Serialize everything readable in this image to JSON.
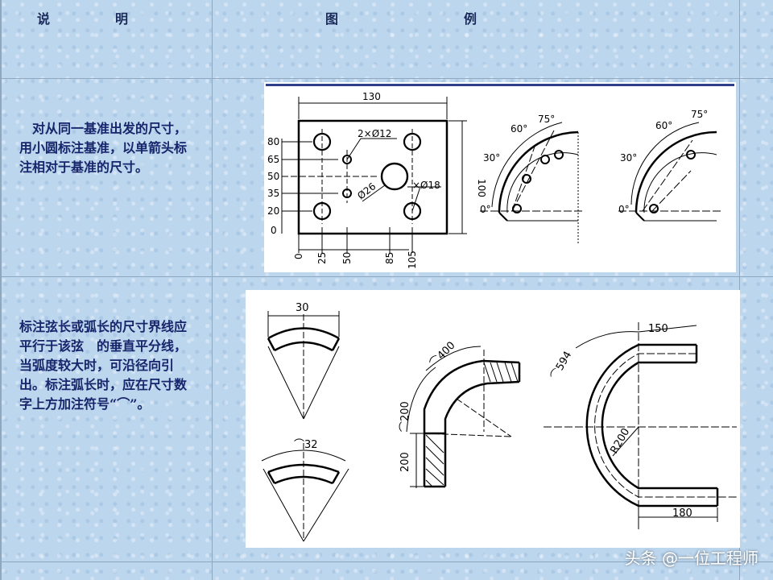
{
  "header": {
    "col1_a": "说",
    "col1_b": "明",
    "col2_a": "图",
    "col2_b": "例"
  },
  "row1": {
    "description": "　对从同一基准出发的尺寸，用小圆标注基准，以单箭头标注相对于基准的尺寸。",
    "fig_left": {
      "width_dim": "130",
      "height_dim": "100",
      "y_labels": [
        "80",
        "65",
        "50",
        "35",
        "20",
        "0"
      ],
      "x_labels": [
        "0",
        "25",
        "50",
        "85",
        "105"
      ],
      "callout_small": "2×Ø12",
      "callout_big": "Ø26",
      "callout_right": "×Ø18"
    },
    "fig_mid": {
      "angles": [
        "0°",
        "30°",
        "60°",
        "75°"
      ]
    },
    "fig_right": {
      "angles": [
        "0°",
        "30°",
        "60°",
        "75°"
      ]
    }
  },
  "row2": {
    "description": "标注弦长或弧长的尺寸界线应平行于该弦　的垂直平分线，当弧度较大时，可沿径向引出。标注弧长时，应在尺寸数字上方加注符号“⌒”。",
    "fan_top_dim": "30",
    "fan_bottom_dim": "⌒32",
    "elbow_arc": "⌒400",
    "elbow_side_arc": "⌒200",
    "elbow_straight": "200",
    "u_arc": "⌒594",
    "u_top": "150",
    "u_bottom": "180",
    "u_radius": "R200"
  },
  "watermark": "头条 @一位工程师"
}
